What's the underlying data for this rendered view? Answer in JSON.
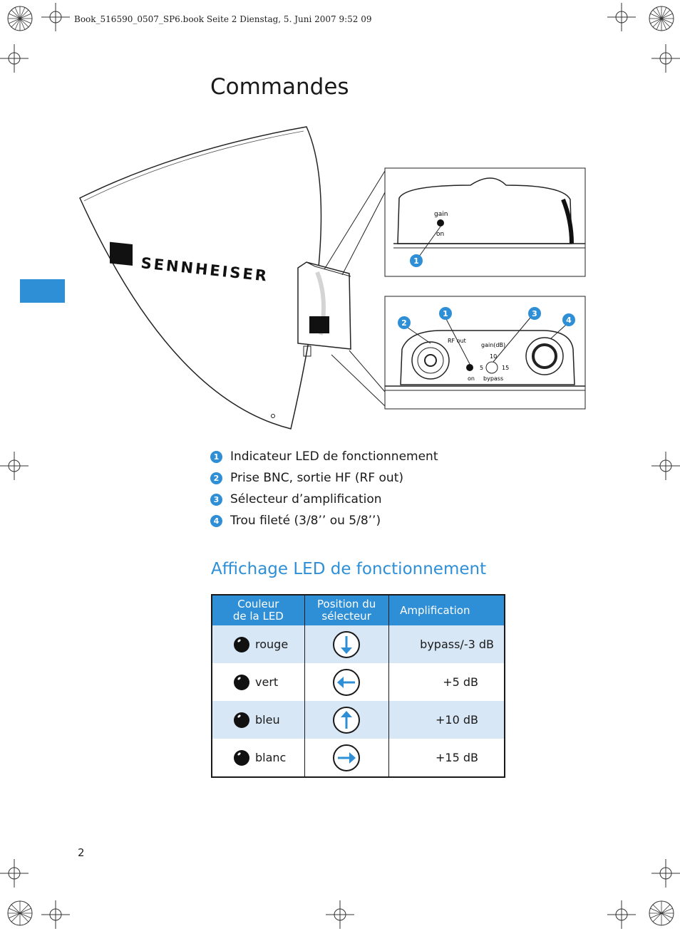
{
  "header": {
    "file_line": "Book_516590_0507_SP6.book  Seite 2  Dienstag, 5. Juni 2007  9:52 09"
  },
  "page": {
    "title": "Commandes",
    "number": "2"
  },
  "figure": {
    "brand": "SENNHEISER",
    "callouts": [
      "1",
      "2",
      "3",
      "4"
    ],
    "top_panel": {
      "gain": "gain",
      "on": "on"
    },
    "bottom_panel": {
      "rf_out": "RF  out",
      "gain_db": "gain(dB)",
      "ten": "10",
      "five": "5",
      "fifteen": "15",
      "on": "on",
      "bypass": "bypass"
    }
  },
  "legend": [
    {
      "num": "1",
      "text": "Indicateur LED de fonctionnement"
    },
    {
      "num": "2",
      "text": "Prise BNC, sortie HF (RF out)"
    },
    {
      "num": "3",
      "text": "Sélecteur d’amplification"
    },
    {
      "num": "4",
      "text": "Trou fileté (3/8’’ ou 5/8’’)"
    }
  ],
  "section": {
    "title": "Affichage LED de fonctionnement",
    "table": {
      "headers": {
        "col1_line1": "Couleur",
        "col1_line2": "de la  LED",
        "col2_line1": "Position du",
        "col2_line2": "sélecteur",
        "col3": "Amplification"
      },
      "rows": [
        {
          "color": "rouge",
          "selector": "arrow-down-icon",
          "gain": "bypass/-3 dB"
        },
        {
          "color": "vert",
          "selector": "arrow-left-icon",
          "gain": "+5 dB"
        },
        {
          "color": "bleu",
          "selector": "arrow-up-icon",
          "gain": "+10 dB"
        },
        {
          "color": "blanc",
          "selector": "arrow-right-icon",
          "gain": "+15 dB"
        }
      ]
    }
  },
  "colors": {
    "accent": "#2f8fd6",
    "row_tint": "#d8e7f6",
    "text": "#1a1a1a"
  }
}
